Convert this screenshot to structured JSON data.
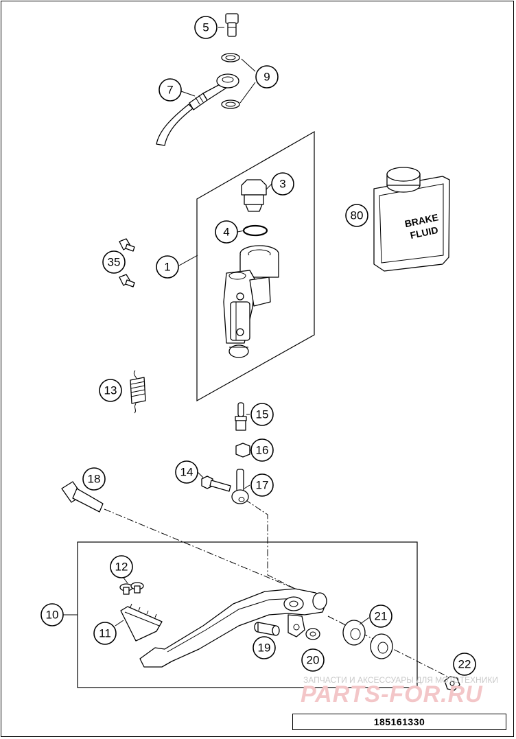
{
  "drawing_number": "185161330",
  "watermark": {
    "caption": "ЗАПЧАСТИ И АКСЕССУАРЫ ДЛЯ МОТОТЕХНИКИ",
    "logo": "PARTS-FOR.RU"
  },
  "brake_fluid_label": [
    "BRAKE",
    "FLUID"
  ],
  "callouts": {
    "c1": "1",
    "c3": "3",
    "c4": "4",
    "c5": "5",
    "c7": "7",
    "c9": "9",
    "c10": "10",
    "c11": "11",
    "c12": "12",
    "c13": "13",
    "c14": "14",
    "c15": "15",
    "c16": "16",
    "c17": "17",
    "c18": "18",
    "c19": "19",
    "c20": "20",
    "c21": "21",
    "c22": "22",
    "c35": "35",
    "c80": "80"
  }
}
